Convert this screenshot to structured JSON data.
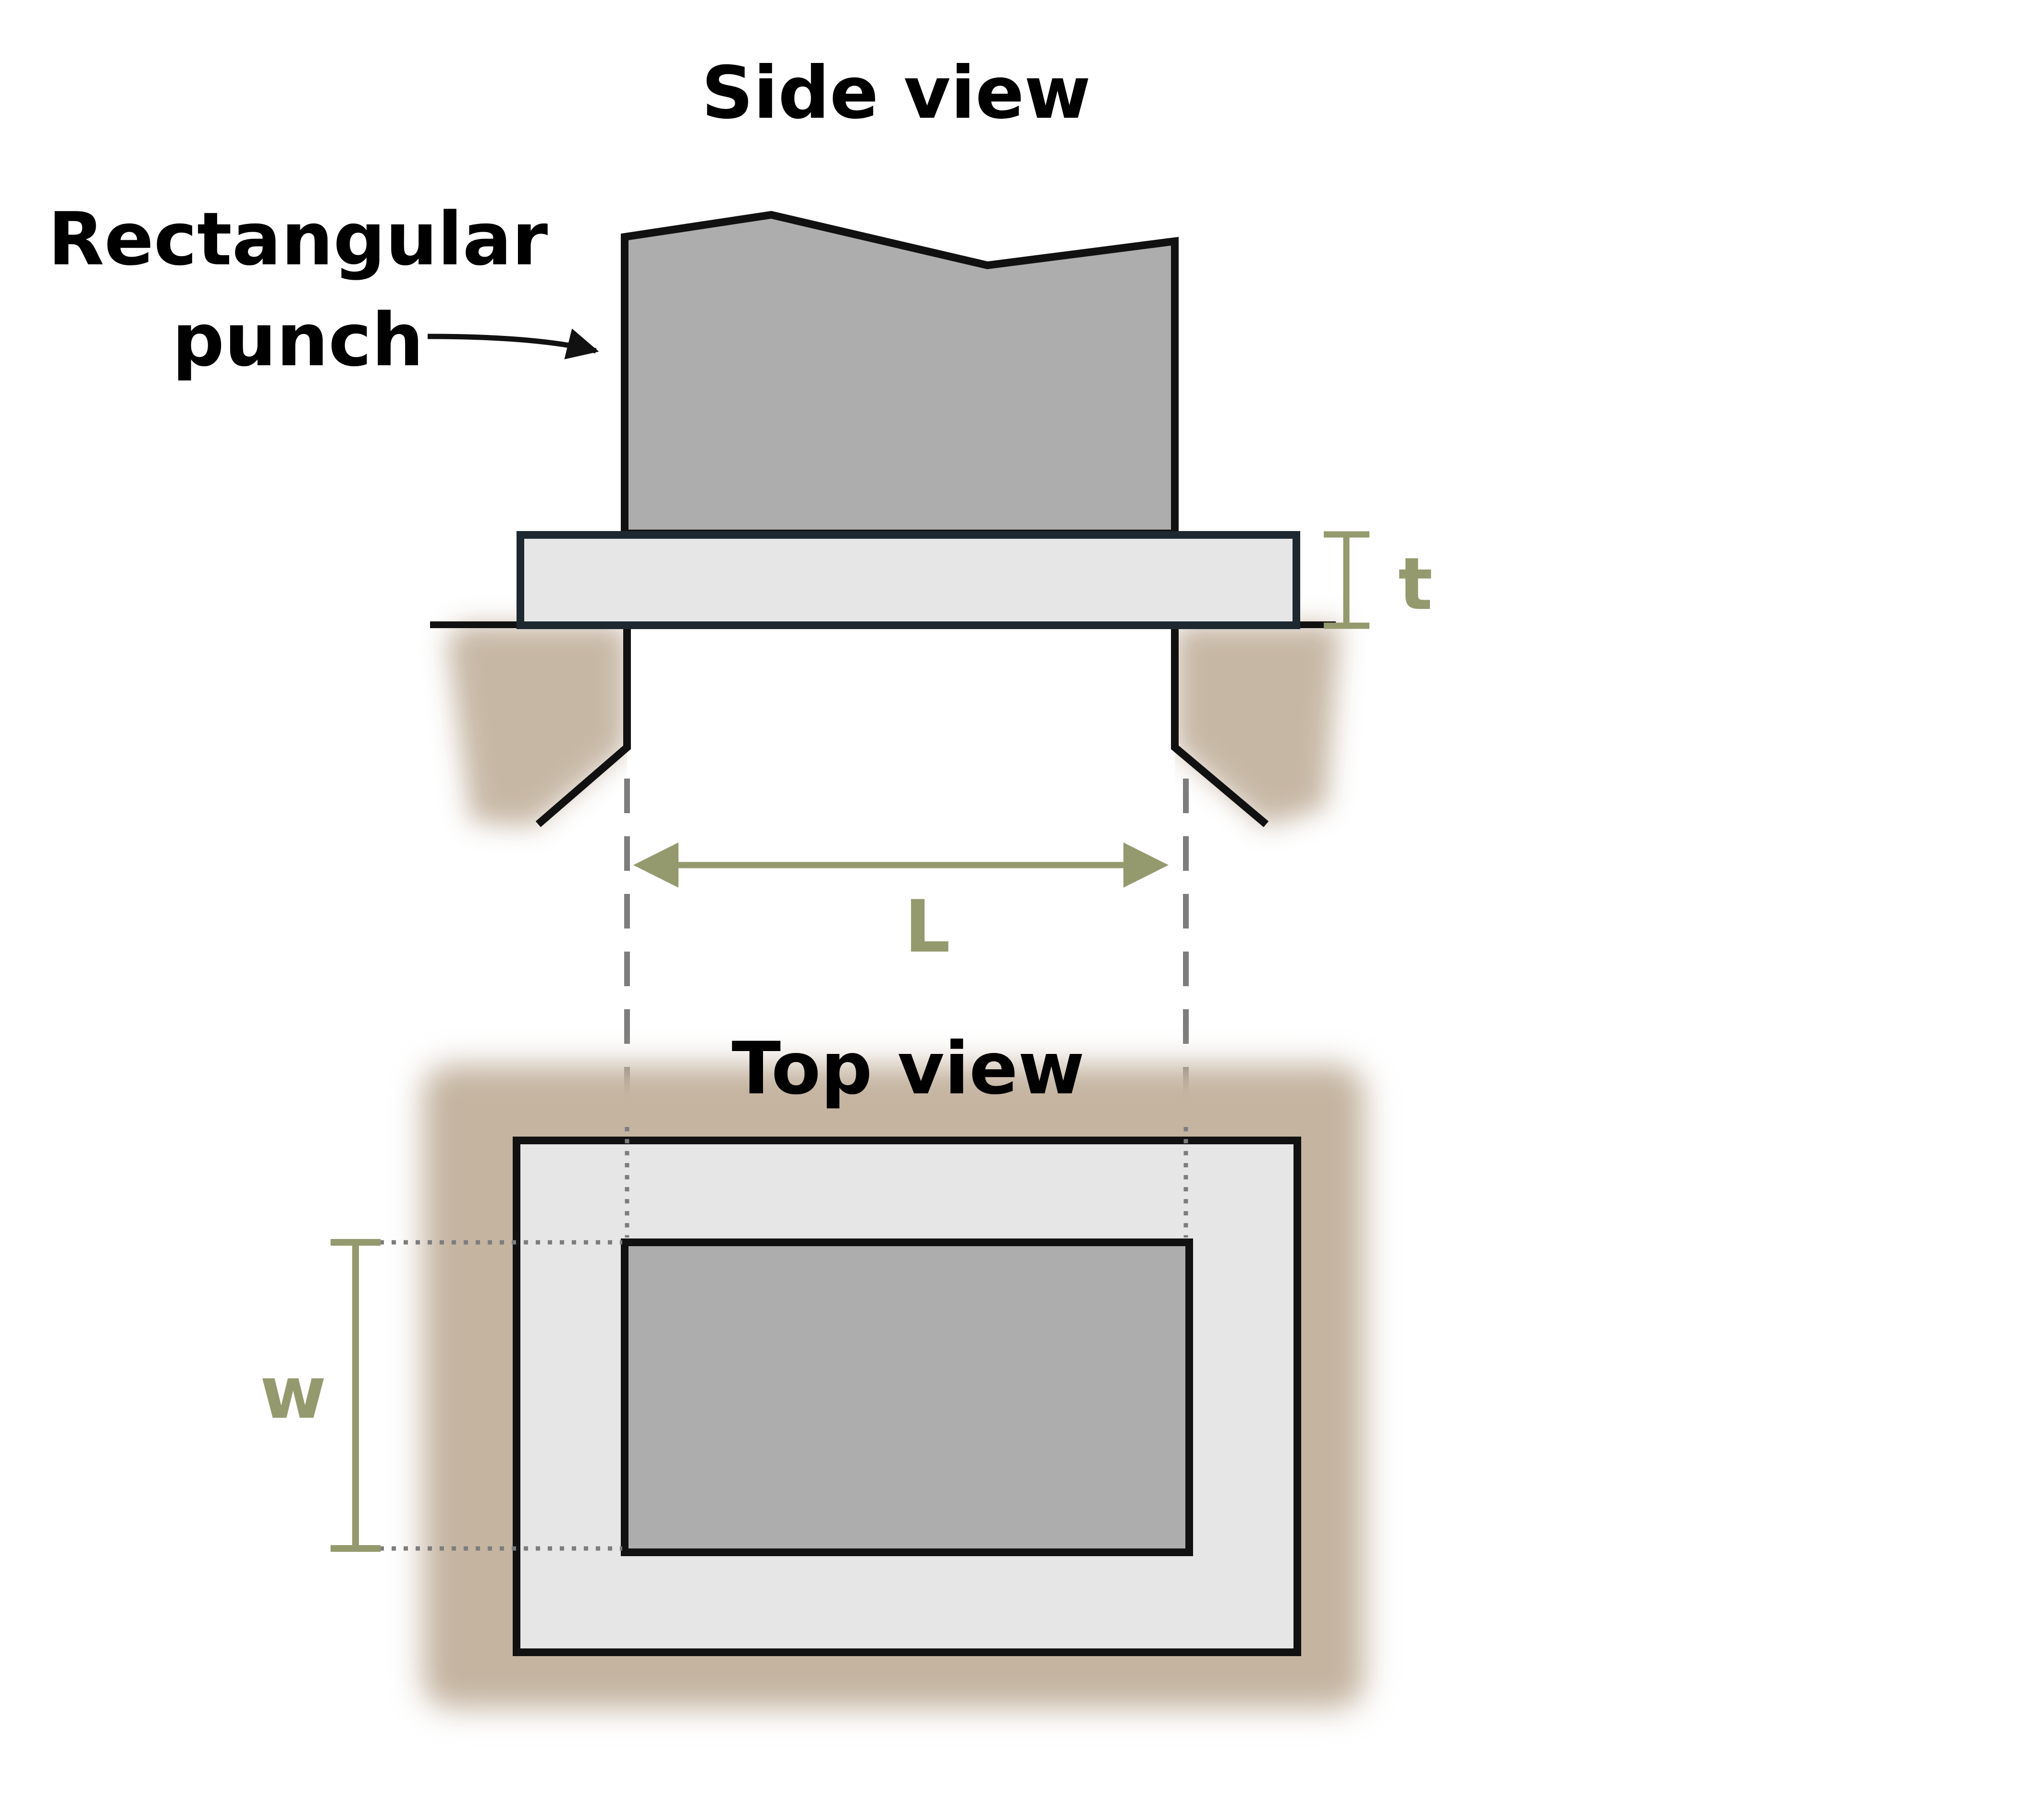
{
  "side_view": {
    "title": "Side view",
    "callout_line1": "Rectangular",
    "callout_line2": "punch",
    "dimension_t": "t",
    "dimension_L": "L"
  },
  "top_view": {
    "title": "Top view",
    "dimension_w": "w"
  },
  "colors": {
    "punch_fill": "#adadad",
    "plate_fill": "#e6e6e6",
    "die_ground": "#c4b4a0",
    "dimension": "#959a6e",
    "outline": "#111111",
    "plate_outline": "#1e2830"
  },
  "icons": {
    "callout_arrow": "arrow-icon",
    "dimension_arrows": "double-arrow-icon"
  }
}
